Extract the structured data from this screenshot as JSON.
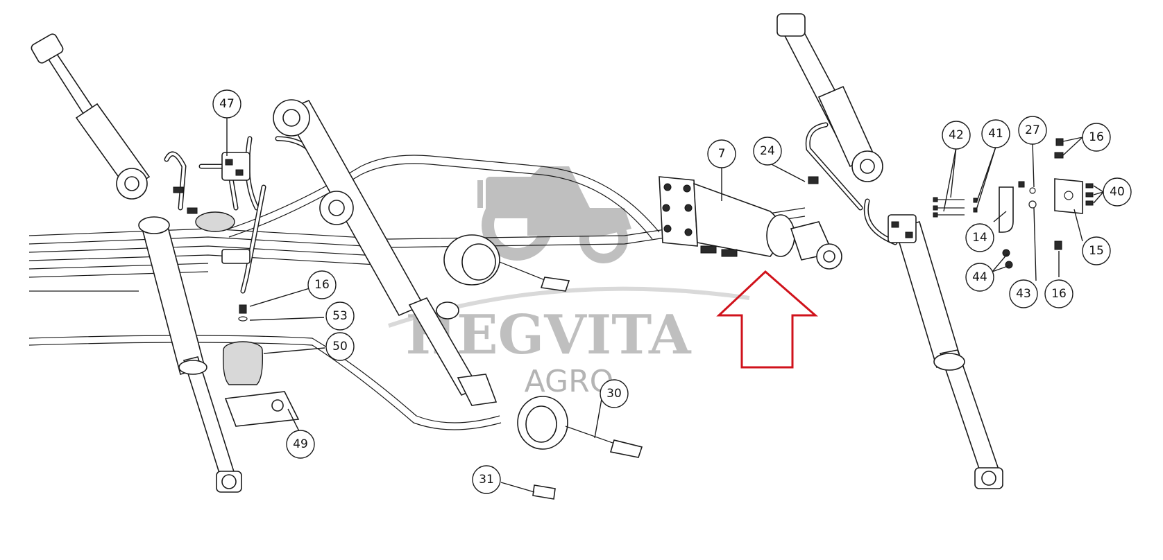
{
  "watermark": {
    "brand": "HEGVITA",
    "subtitle": "AGRO",
    "color": "#8c8c8c"
  },
  "highlight_arrow": {
    "color": "#d0121b",
    "direction": "up"
  },
  "callouts": [
    {
      "id": "c47",
      "label": "47"
    },
    {
      "id": "c7",
      "label": "7"
    },
    {
      "id": "c24",
      "label": "24"
    },
    {
      "id": "c42",
      "label": "42"
    },
    {
      "id": "c41",
      "label": "41"
    },
    {
      "id": "c27",
      "label": "27"
    },
    {
      "id": "c16a",
      "label": "16"
    },
    {
      "id": "c40",
      "label": "40"
    },
    {
      "id": "c14",
      "label": "14"
    },
    {
      "id": "c15",
      "label": "15"
    },
    {
      "id": "c44",
      "label": "44"
    },
    {
      "id": "c43",
      "label": "43"
    },
    {
      "id": "c16b",
      "label": "16"
    },
    {
      "id": "c16c",
      "label": "16"
    },
    {
      "id": "c53",
      "label": "53"
    },
    {
      "id": "c50",
      "label": "50"
    },
    {
      "id": "c49",
      "label": "49"
    },
    {
      "id": "c30",
      "label": "30"
    },
    {
      "id": "c31",
      "label": "31"
    }
  ]
}
